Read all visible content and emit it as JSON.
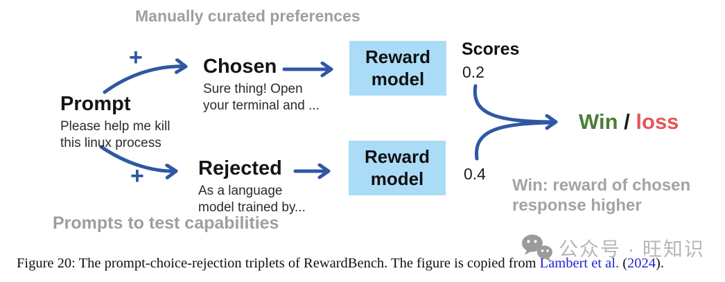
{
  "diagram": {
    "top_label": "Manually curated preferences",
    "bottom_label": "Prompts to test capabilities",
    "plus": "+",
    "prompt": {
      "title": "Prompt",
      "snippet_line1": "Please help me kill",
      "snippet_line2": "this linux process"
    },
    "chosen": {
      "title": "Chosen",
      "snippet_line1": "Sure thing! Open",
      "snippet_line2": "your terminal and ..."
    },
    "rejected": {
      "title": "Rejected",
      "snippet_line1": "As a language",
      "snippet_line2": "model trained by..."
    },
    "reward_model_label": "Reward model",
    "scores": {
      "label": "Scores",
      "chosen_score": "0.2",
      "rejected_score": "0.4"
    },
    "outcome": {
      "win": "Win",
      "separator": " / ",
      "loss": "loss"
    },
    "win_note": {
      "line1": "Win: reward of chosen",
      "line2": "response higher"
    },
    "colors": {
      "arrow_blue": "#2f57a4",
      "box_blue": "#abdcf7",
      "label_gray": "#9e9e9c",
      "win_green": "#4b7d36",
      "loss_red": "#e25757",
      "citation_blue": "#2424cf"
    }
  },
  "watermark": {
    "icon": "wechat-icon",
    "text": "公众号 · 旺知识"
  },
  "caption": {
    "prefix": "Figure 20: The prompt-choice-rejection triplets of RewardBench. The figure is copied from ",
    "link_author": "Lambert et al.",
    "mid": " (",
    "link_year": "2024",
    "suffix": ")."
  }
}
